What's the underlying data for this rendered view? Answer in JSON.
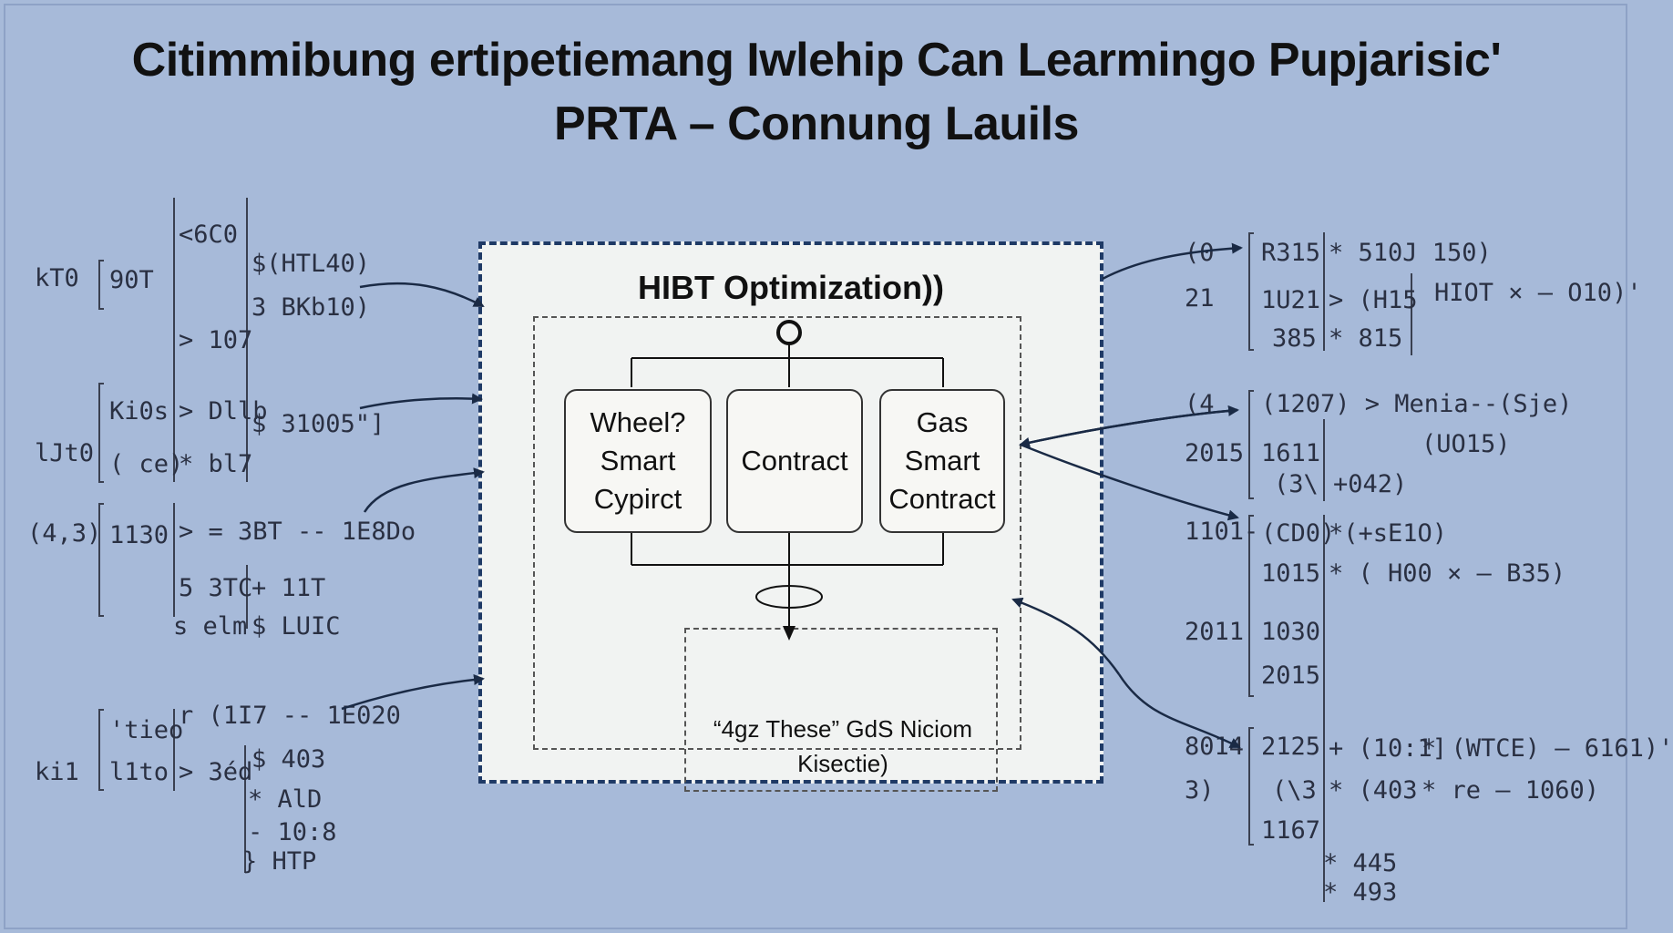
{
  "title": {
    "line1": "Citimmibung ertipetiemang Iwlehip Can Learmingo Pupjarisic'",
    "line2": "PRTA – Connung Lauils"
  },
  "diagram": {
    "panel_title": "HIBT Optimization))",
    "nodes": {
      "left": "Wheel?\nSmart\nCypirct",
      "center": "Contract",
      "right": "Gas\nSmart\nContract"
    },
    "output_label": "“4gz These” GdS Niciom\nKisectie)"
  },
  "left_table": {
    "r1": "<6C0",
    "r2_label": "kT0",
    "r2_val": "90T",
    "r3": "$(HTL40)",
    "r4": "3 BKb10)",
    "r5": "> 107",
    "r6_val": "Ki0s",
    "r6_mid": "> Dllb",
    "r6_right": "$ 31005\"]",
    "r7_label": "lJt0",
    "r7_val": "( ce)",
    "r7_mid": "* bl7",
    "r8_label": "(4,3)",
    "r8_val": "1130",
    "r8_right": "> = 3BT -- 1E8Do",
    "r9_val": "5 3TC",
    "r9_right": "+ 11T",
    "r10_val": "s elm",
    "r10_right": "$ LUIC",
    "r11_val": "'tieo",
    "r11_right": "r (1I7 -- 1E020",
    "r12_label": "ki1",
    "r12_val": "l1to",
    "r12_mid": "> 3éd",
    "r12_right": "$ 403",
    "r13": "* AlD",
    "r14": "- 10:8",
    "r15": "} HTP"
  },
  "right_table": {
    "r1_label": "(0",
    "r1_val": "R315",
    "r1_right": "* 510J 150)",
    "r2_label": "21",
    "r2_val": "1U21",
    "r2_mid": "> (H15",
    "r2_right": "HIOT × — O10)'",
    "r3_val": "385",
    "r3_right": "* 815",
    "r4_label": "(4",
    "r4_val": "(1207) > Menia--(Sje)",
    "r5_label": "2015",
    "r5_val": "1611",
    "r5_right": "(UO15)",
    "r6_val": "(3\\ +042)",
    "r7_label": "1101-",
    "r7_val": "(CD0)",
    "r7_right": "*(+sE1O)",
    "r8_val": "1015",
    "r8_right": "* ( H00 × — B35)",
    "r9_label": "2011",
    "r9_val": "1030",
    "r10_val": "2015",
    "r11_label": "8014",
    "r11_val": "2125",
    "r11_mid": "+ (10:1]",
    "r11_right": "* (WTCE) — 6161)'",
    "r12_label": "3)",
    "r12_val": "(\\3",
    "r12_mid": "* (403",
    "r12_right": "* re — 1060)",
    "r13_val": "1167",
    "r14": "* 445",
    "r15": "* 493"
  }
}
